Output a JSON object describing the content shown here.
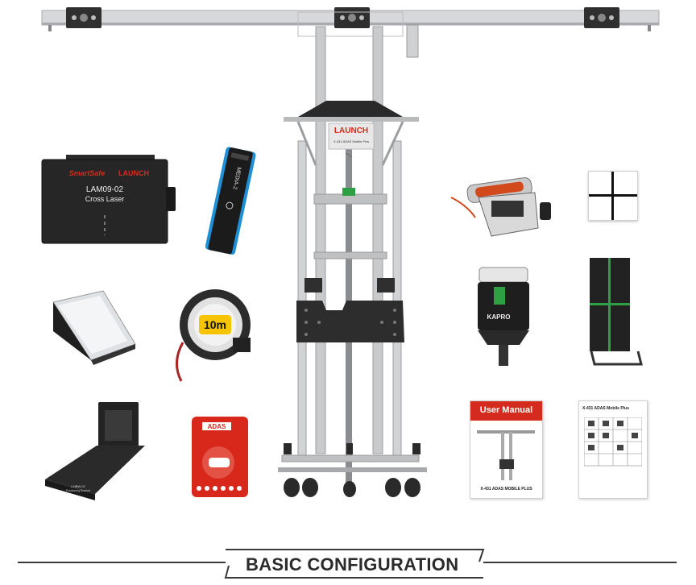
{
  "products": {
    "laser_unit": {
      "brand_left": "SmartSafe",
      "brand_right": "LAUNCH",
      "model": "LAM09-02",
      "subtitle": "Cross Laser"
    },
    "battery_pack_text": "MEDIA-2",
    "frame_brand": "LAUNCH",
    "frame_subbrand": "X-431 ADAS Mobile Plus",
    "tape_measure_label": "10m",
    "line_laser_brand": "KAPRO",
    "adas_card_label": "ADAS",
    "manual_title": "User Manual",
    "manual_subtitle": "X-431 ADAS MOBILE PLUS",
    "datasheet_title": "X-431 ADAS Mobile Plus",
    "positioning_base_label": "LMBW-01",
    "positioning_base_sub": "Positioning Bracket"
  },
  "footer": {
    "title": "BASIC CONFIGURATION"
  },
  "colors": {
    "accent_red": "#d52b1e",
    "frame_grey": "#c9cacc",
    "dark": "#2c2c2c",
    "blue": "#1f8fd6"
  }
}
